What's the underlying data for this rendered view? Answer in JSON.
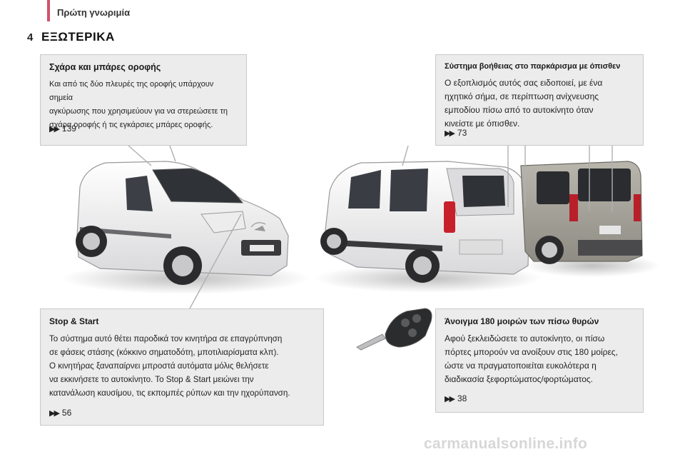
{
  "header": {
    "title": "Πρώτη γνωριμία",
    "page_number": "4"
  },
  "section_title": "ΕΞΩΤΕΡΙΚΑ",
  "boxes": {
    "roof_rails": {
      "title": "Σχάρα και μπάρες οροφής",
      "body_lines": [
        "Και από τις δύο πλευρές της οροφής υπάρχουν σημεία",
        "αγκύρωσης που χρησιμεύουν για να στερεώσετε τη",
        "σχάρα οροφής ή τις εγκάρσιες μπάρες οροφής."
      ],
      "ref_arrow": "▶▶",
      "ref_page": "139"
    },
    "parking_aid": {
      "title": "Σύστημα βοήθειας στο παρκάρισμα με όπισθεν",
      "body_lines": [
        "Ο εξοπλισμός αυτός σας ειδοποιεί, με ένα",
        "ηχητικό σήμα, σε περίπτωση ανίχνευσης",
        "εμποδίου πίσω από το αυτοκίνητο όταν",
        "κινείστε με όπισθεν."
      ],
      "ref_arrow": "▶▶",
      "ref_page": "73"
    },
    "stop_start": {
      "title": "Stop & Start",
      "body_lines": [
        "Το σύστημα αυτό θέτει παροδικά τον κινητήρα σε επαγρύπνηση",
        "σε φάσεις στάσης (κόκκινο σηματοδότη, μποτιλιαρίσματα κλπ).",
        "Ο κινητήρας ξαναπαίρνει μπροστά αυτόματα μόλις θελήσετε",
        "να εκκινήσετε το αυτοκίνητο. Το Stop & Start μειώνει την",
        "κατανάλωση καυσίμου, τις εκπομπές ρύπων και την ηχορύπανση."
      ],
      "ref_arrow": "▶▶",
      "ref_page": "56"
    },
    "rear_doors": {
      "title": "Άνοιγμα 180 μοιρών των πίσω θυρών",
      "body_lines": [
        "Αφού ξεκλειδώσετε το αυτοκίνητο, οι πίσω",
        "πόρτες μπορούν να ανοίξουν στις 180 μοίρες,",
        "ώστε να πραγματοποιείται ευκολότερα η",
        "διαδικασία ξεφορτώματος/φορτώματος."
      ],
      "ref_arrow": "▶▶",
      "ref_page": "38"
    }
  },
  "watermark": "carmanualsonline.info",
  "colors": {
    "accent": "#d3506b",
    "box_bg": "#ececed",
    "box_border": "#c9c9cb"
  }
}
